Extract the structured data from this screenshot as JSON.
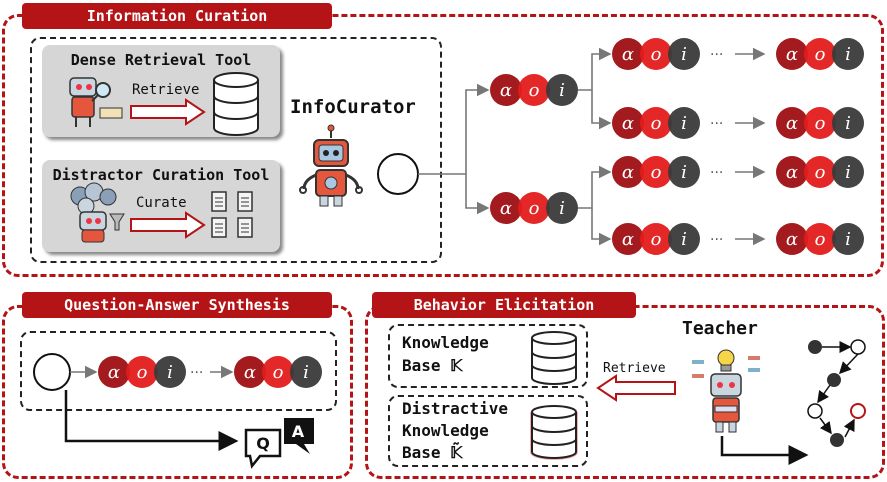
{
  "sections": {
    "info_curation": "Information Curation",
    "qa_synthesis": "Question-Answer Synthesis",
    "behavior": "Behavior Elicitation"
  },
  "tools": {
    "dense": {
      "title": "Dense Retrieval Tool",
      "action": "Retrieve"
    },
    "distractor": {
      "title": "Distractor Curation Tool",
      "action": "Curate"
    }
  },
  "agent_name": "InfoCurator",
  "tree_symbols": {
    "alpha": "α",
    "o": "o",
    "i": "i",
    "ellipsis": "···"
  },
  "knowledge": {
    "kb_line1": "Knowledge",
    "kb_line2": "Base 𝕂",
    "dkb_line1": "Distractive",
    "dkb_line2": "Knowledge",
    "dkb_line3": "Base 𝕂̃",
    "retrieve": "Retrieve"
  },
  "teacher": "Teacher",
  "qa": {
    "q": "Q",
    "a": "A"
  },
  "colors": {
    "dark_red": "#9e0f12",
    "red": "#e31b1b",
    "dark": "#3a3a3a",
    "accent": "#b51416"
  }
}
